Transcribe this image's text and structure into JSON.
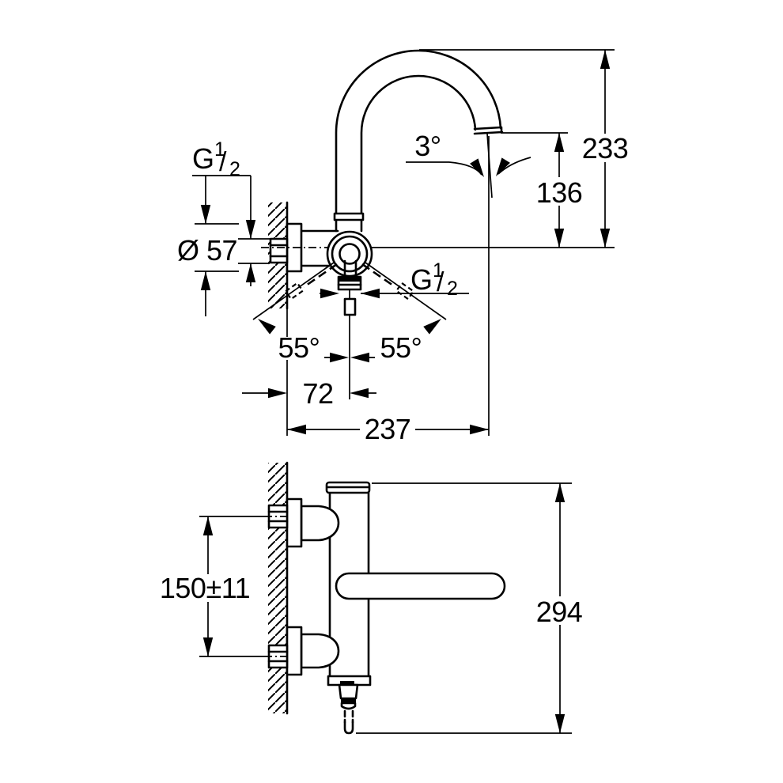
{
  "colors": {
    "line": "#000000",
    "background": "#ffffff"
  },
  "side_view": {
    "thread_label_top": {
      "prefix": "G",
      "sup": "1",
      "slash": "/",
      "sub": "2"
    },
    "escutcheon_diameter": "Ø 57",
    "spout_angle": "3°",
    "height_spout_top": "233",
    "height_outlet": "136",
    "thread_label_outlet": {
      "prefix": "G",
      "sup": "1",
      "slash": "/",
      "sub": "2"
    },
    "swivel_angle_left": "55°",
    "swivel_angle_right": "55°",
    "wall_to_outlet_axis": "72",
    "wall_to_spout_end": "237"
  },
  "front_view": {
    "connection_distance": "150±11",
    "overall_height": "294"
  }
}
